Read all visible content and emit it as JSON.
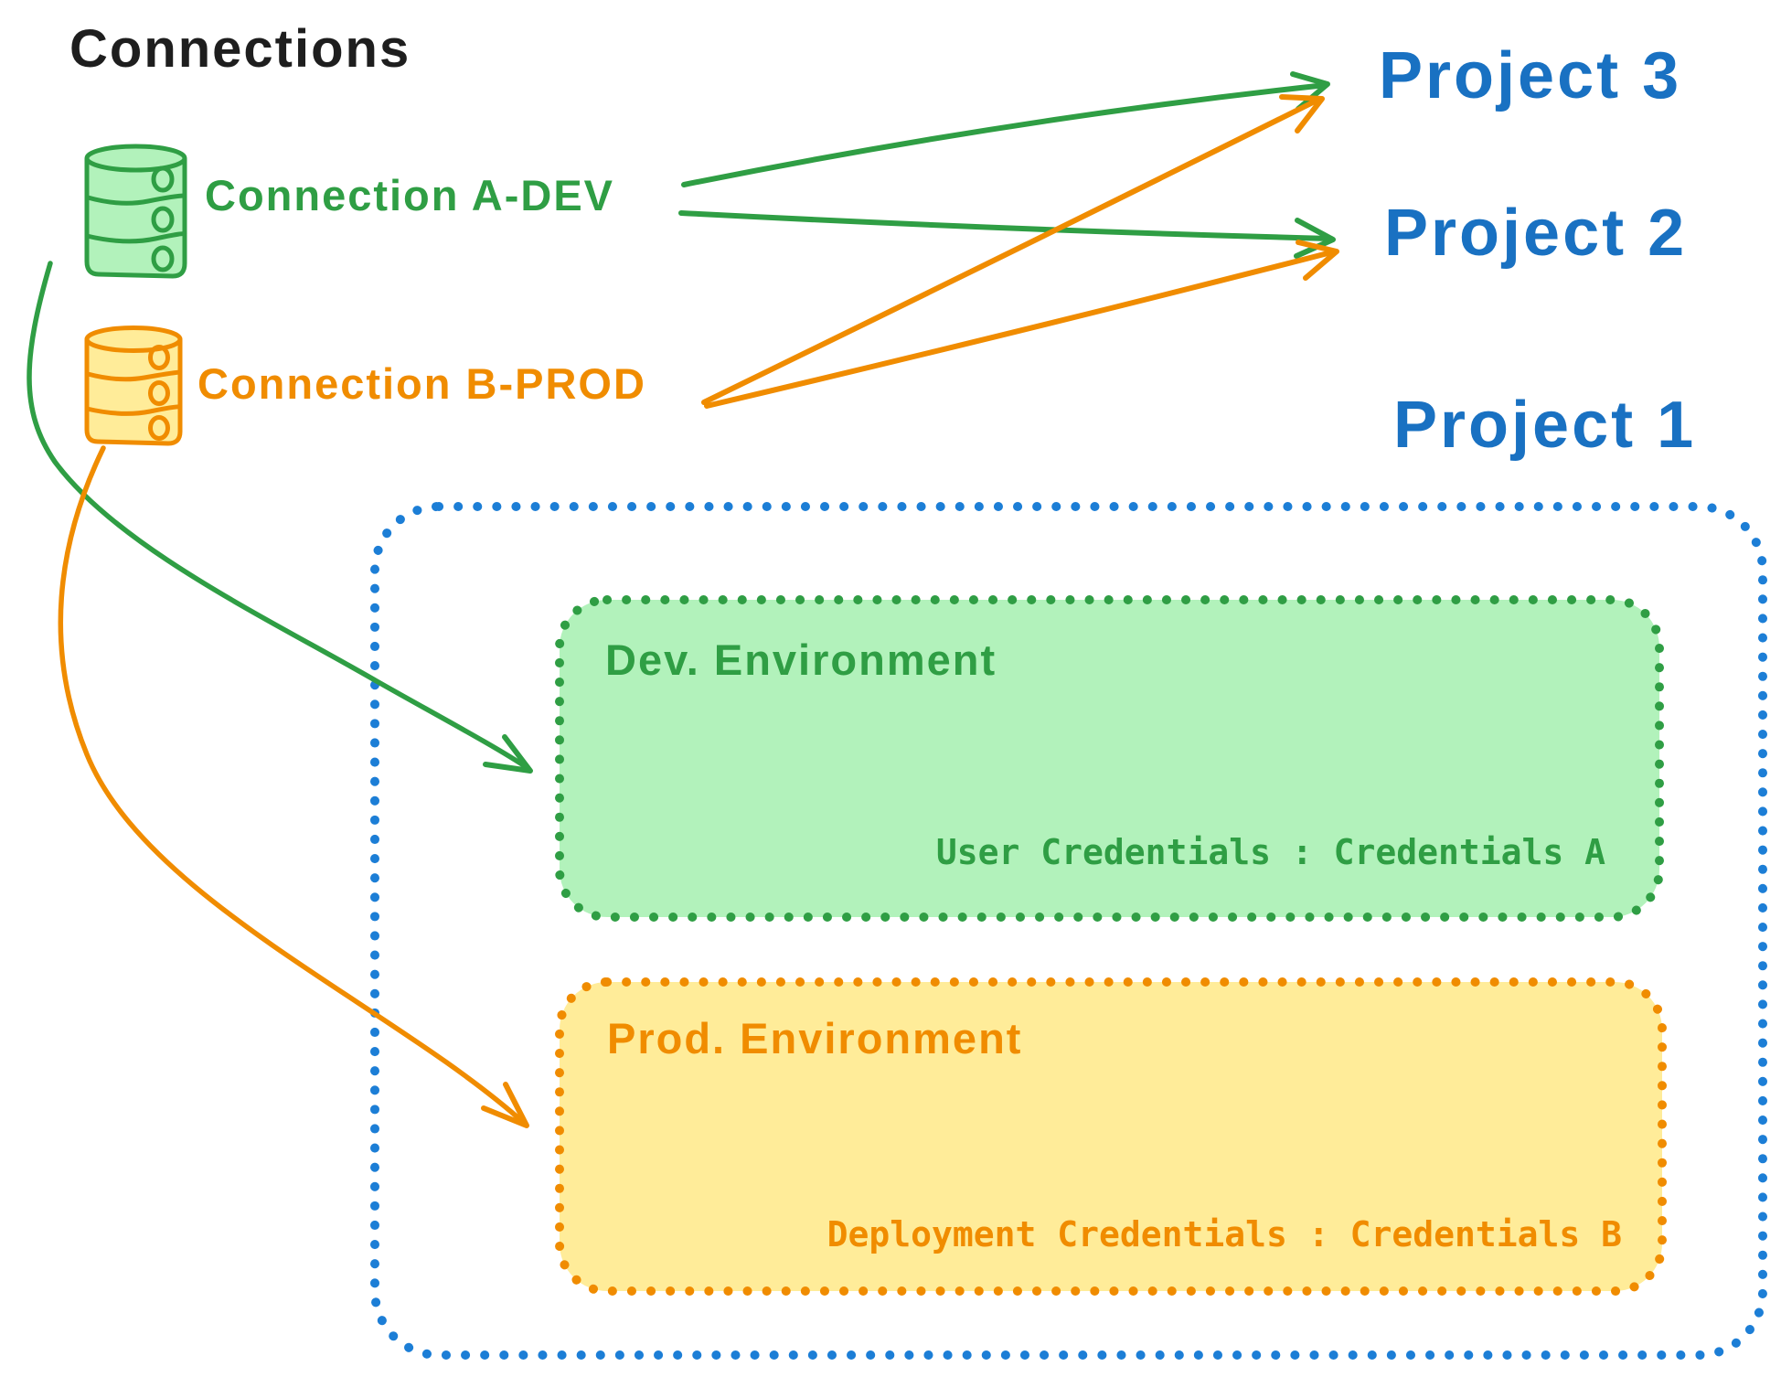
{
  "diagram": {
    "type": "architecture-diagram",
    "title": "Connections",
    "colors": {
      "black": "#1e1e1e",
      "green": "#2f9e44",
      "green_fill": "#b2f2bb",
      "orange": "#f08c00",
      "orange_fill": "#ffec99",
      "blue": "#1c7ed6",
      "blue_text": "#1971c2"
    },
    "connections": [
      {
        "label": "Connection A-DEV",
        "type": "database",
        "color_name": "green"
      },
      {
        "label": "Connection B-PROD",
        "type": "database",
        "color_name": "orange"
      }
    ],
    "projects": [
      {
        "label": "Project 3"
      },
      {
        "label": "Project 2"
      },
      {
        "label": "Project 1"
      }
    ],
    "project1": {
      "environments": [
        {
          "title": "Dev. Environment",
          "credentials": "User Credentials : Credentials A",
          "color_name": "green"
        },
        {
          "title": "Prod. Environment",
          "credentials": "Deployment Credentials : Credentials B",
          "color_name": "orange"
        }
      ]
    },
    "edges": [
      {
        "from": "Connection A-DEV",
        "to": "Project 3",
        "style": "straight-arrow",
        "color_name": "green"
      },
      {
        "from": "Connection A-DEV",
        "to": "Project 2",
        "style": "straight-arrow",
        "color_name": "green"
      },
      {
        "from": "Connection B-PROD",
        "to": "Project 3",
        "style": "straight-arrow",
        "color_name": "orange"
      },
      {
        "from": "Connection B-PROD",
        "to": "Project 2",
        "style": "straight-arrow",
        "color_name": "orange"
      },
      {
        "from": "Connection A-DEV",
        "to": "Dev. Environment",
        "style": "curved-arrow",
        "color_name": "green"
      },
      {
        "from": "Connection B-PROD",
        "to": "Prod. Environment",
        "style": "curved-arrow",
        "color_name": "orange"
      }
    ]
  }
}
